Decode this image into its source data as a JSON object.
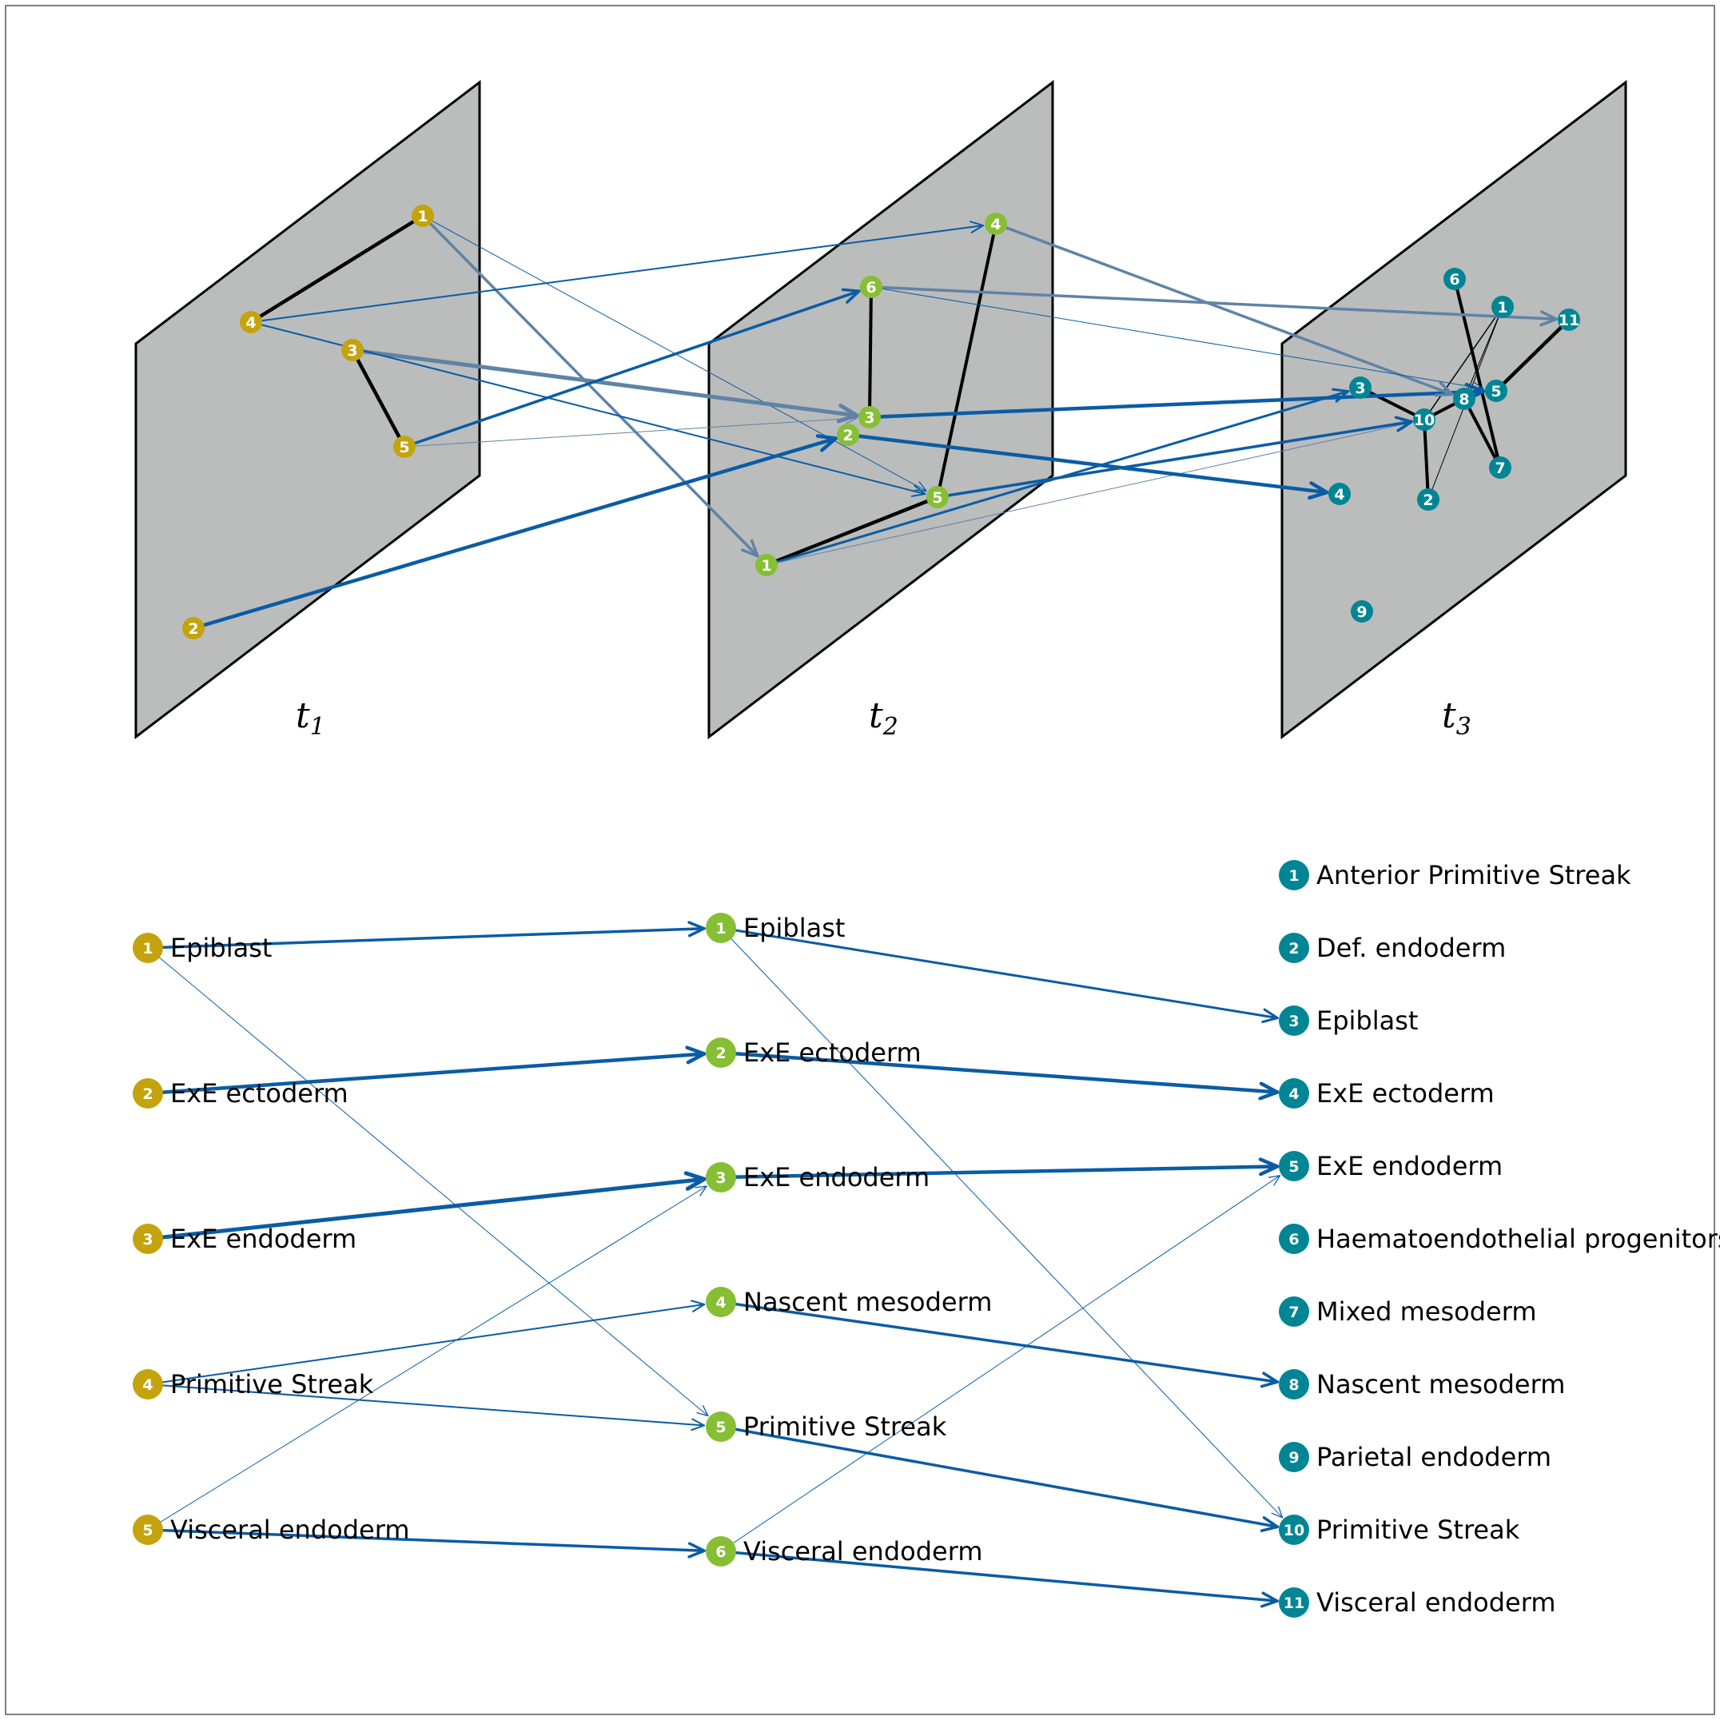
{
  "colors": {
    "t1": "#c4a30c",
    "t2": "#86be34",
    "t3": "#008595",
    "arrow_strong": "#0a5ca4",
    "arrow_light": "#5f83a7",
    "plane_fill": "#bbbcbc",
    "edge": "#000000"
  },
  "timepoints": [
    {
      "label": "t",
      "subscript": "1",
      "nodes": [
        {
          "id": "1",
          "name": "Epiblast"
        },
        {
          "id": "2",
          "name": "ExE ectoderm"
        },
        {
          "id": "3",
          "name": "ExE endoderm"
        },
        {
          "id": "4",
          "name": "Primitive Streak"
        },
        {
          "id": "5",
          "name": "Visceral endoderm"
        }
      ]
    },
    {
      "label": "t",
      "subscript": "2",
      "nodes": [
        {
          "id": "1",
          "name": "Epiblast"
        },
        {
          "id": "2",
          "name": "ExE ectoderm"
        },
        {
          "id": "3",
          "name": "ExE endoderm"
        },
        {
          "id": "4",
          "name": "Nascent mesoderm"
        },
        {
          "id": "5",
          "name": "Primitive Streak"
        },
        {
          "id": "6",
          "name": "Visceral endoderm"
        }
      ]
    },
    {
      "label": "t",
      "subscript": "3",
      "nodes": [
        {
          "id": "1",
          "name": "Anterior Primitive Streak"
        },
        {
          "id": "2",
          "name": "Def. endoderm"
        },
        {
          "id": "3",
          "name": "Epiblast"
        },
        {
          "id": "4",
          "name": "ExE ectoderm"
        },
        {
          "id": "5",
          "name": "ExE endoderm"
        },
        {
          "id": "6",
          "name": "Haematoendothelial progenitors"
        },
        {
          "id": "7",
          "name": "Mixed mesoderm"
        },
        {
          "id": "8",
          "name": "Nascent mesoderm"
        },
        {
          "id": "9",
          "name": "Parietal endoderm"
        },
        {
          "id": "10",
          "name": "Primitive Streak"
        },
        {
          "id": "11",
          "name": "Visceral endoderm"
        }
      ]
    }
  ],
  "within_edges": [
    {
      "t": 0,
      "a": "1",
      "b": "4",
      "w": 4.5
    },
    {
      "t": 0,
      "a": "3",
      "b": "5",
      "w": 4.5
    },
    {
      "t": 1,
      "a": "1",
      "b": "5",
      "w": 4.5
    },
    {
      "t": 1,
      "a": "4",
      "b": "5",
      "w": 4
    },
    {
      "t": 1,
      "a": "6",
      "b": "3",
      "w": 4
    },
    {
      "t": 2,
      "a": "3",
      "b": "10",
      "w": 4
    },
    {
      "t": 2,
      "a": "10",
      "b": "2",
      "w": 4
    },
    {
      "t": 2,
      "a": "10",
      "b": "8",
      "w": 4
    },
    {
      "t": 2,
      "a": "8",
      "b": "7",
      "w": 4
    },
    {
      "t": 2,
      "a": "6",
      "b": "7",
      "w": 4
    },
    {
      "t": 2,
      "a": "5",
      "b": "11",
      "w": 4.5
    },
    {
      "t": 2,
      "a": "1",
      "b": "10",
      "w": 1.5
    },
    {
      "t": 2,
      "a": "1",
      "b": "2",
      "w": 1
    },
    {
      "t": 2,
      "a": "1",
      "b": "8",
      "w": 1
    }
  ],
  "transitions": [
    {
      "from_t": 0,
      "from": "1",
      "to_t": 1,
      "to": "1",
      "w": 3.5,
      "style": "strong"
    },
    {
      "from_t": 0,
      "from": "1",
      "to_t": 1,
      "to": "5",
      "w": 1,
      "style": "strong"
    },
    {
      "from_t": 0,
      "from": "2",
      "to_t": 1,
      "to": "2",
      "w": 4.5,
      "style": "strong"
    },
    {
      "from_t": 0,
      "from": "3",
      "to_t": 1,
      "to": "3",
      "w": 5,
      "style": "strong"
    },
    {
      "from_t": 0,
      "from": "4",
      "to_t": 1,
      "to": "4",
      "w": 2,
      "style": "strong"
    },
    {
      "from_t": 0,
      "from": "4",
      "to_t": 1,
      "to": "5",
      "w": 2,
      "style": "strong"
    },
    {
      "from_t": 0,
      "from": "5",
      "to_t": 1,
      "to": "3",
      "w": 1,
      "style": "strong"
    },
    {
      "from_t": 0,
      "from": "5",
      "to_t": 1,
      "to": "6",
      "w": 3.5,
      "style": "strong"
    },
    {
      "from_t": 1,
      "from": "1",
      "to_t": 2,
      "to": "3",
      "w": 3,
      "style": "strong"
    },
    {
      "from_t": 1,
      "from": "1",
      "to_t": 2,
      "to": "10",
      "w": 1,
      "style": "strong"
    },
    {
      "from_t": 1,
      "from": "2",
      "to_t": 2,
      "to": "4",
      "w": 4.5,
      "style": "strong"
    },
    {
      "from_t": 1,
      "from": "3",
      "to_t": 2,
      "to": "5",
      "w": 4.5,
      "style": "strong"
    },
    {
      "from_t": 1,
      "from": "4",
      "to_t": 2,
      "to": "8",
      "w": 3.5,
      "style": "strong"
    },
    {
      "from_t": 1,
      "from": "5",
      "to_t": 2,
      "to": "10",
      "w": 3.5,
      "style": "strong"
    },
    {
      "from_t": 1,
      "from": "6",
      "to_t": 2,
      "to": "5",
      "w": 1,
      "style": "strong"
    },
    {
      "from_t": 1,
      "from": "6",
      "to_t": 2,
      "to": "11",
      "w": 3.5,
      "style": "strong"
    }
  ]
}
